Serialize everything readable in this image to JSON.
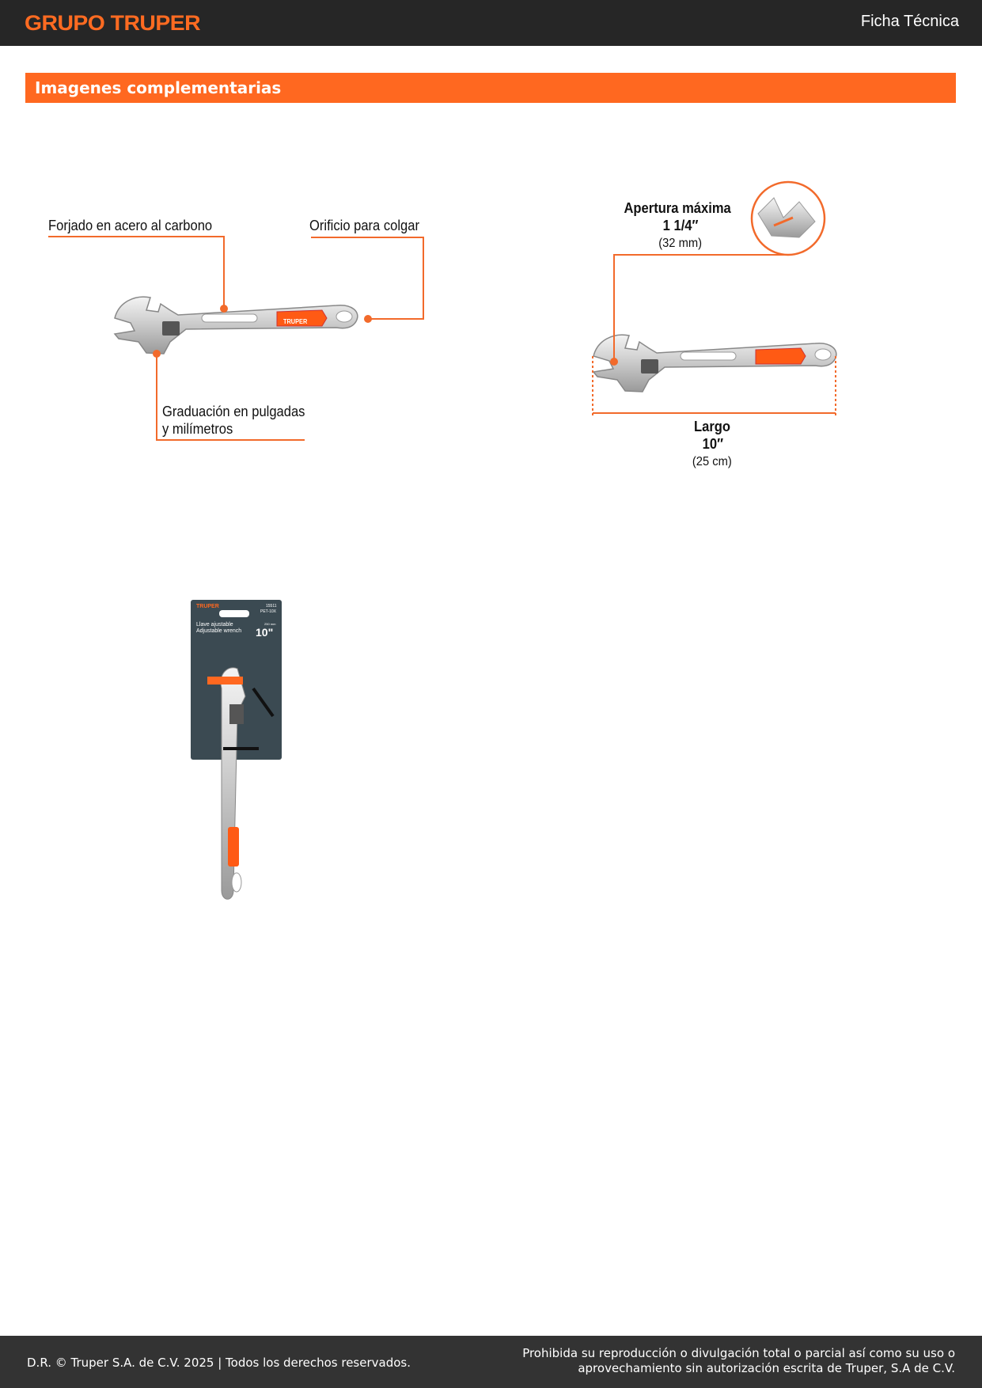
{
  "header": {
    "logo": "GRUPO TRUPER",
    "title": "Ficha Técnica"
  },
  "section": {
    "title": "Imagenes complementarias"
  },
  "diagram1": {
    "label_forged": "Forjado en acero al carbono",
    "label_hole": "Orificio para colgar",
    "label_scale_1": "Graduación en pulgadas",
    "label_scale_2": "y milímetros",
    "brand_mark": "TRUPER"
  },
  "diagram2": {
    "opening_title": "Apertura máxima",
    "opening_value": "1 1/4″",
    "opening_metric": "(32 mm)",
    "length_title": "Largo",
    "length_value": "10″",
    "length_metric": "(25 cm)"
  },
  "package": {
    "brand": "TRUPER",
    "code": "15511",
    "model": "PET-10X",
    "name_es": "Llave ajustable",
    "name_en": "Adjustable wrench",
    "size": "10\"",
    "size_mm": "250 mm"
  },
  "footer": {
    "left": "D.R. © Truper S.A. de C.V. 2025 | Todos los derechos reservados.",
    "right_1": "Prohibida su reproducción o divulgación total o parcial así como su uso o",
    "right_2": "aprovechamiento sin autorización escrita de Truper, S.A de C.V."
  },
  "colors": {
    "accent": "#ff6820",
    "header_bg": "#262626",
    "footer_bg": "#333333"
  }
}
